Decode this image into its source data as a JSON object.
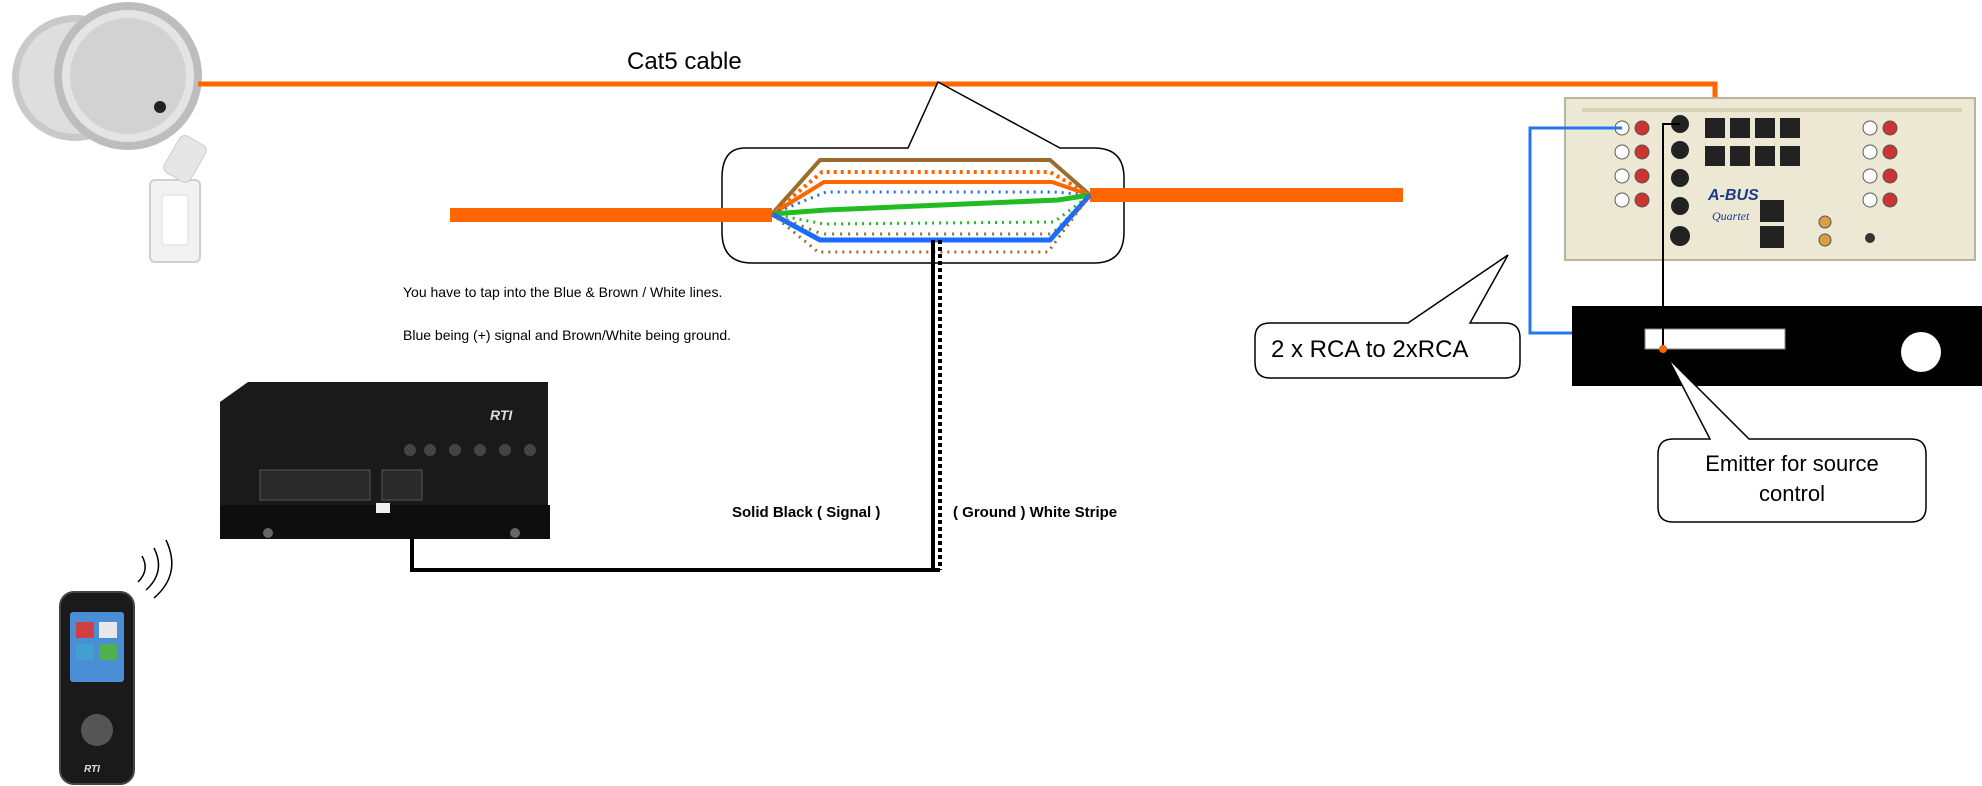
{
  "labels": {
    "cable_title": "Cat5 cable",
    "instruction_line1": "You have to tap into the Blue & Brown / White lines.",
    "instruction_line2": "Blue being (+) signal and Brown/White being ground.",
    "signal_label": "Solid Black ( Signal )",
    "ground_label": "( Ground ) White Stripe",
    "rca_callout": "2 x RCA to 2xRCA",
    "emitter_callout": "Emitter for source control"
  },
  "colors": {
    "cat5_orange": "#ff6600",
    "wire_brown": "#9c6b2e",
    "wire_green": "#22bb22",
    "wire_blue": "#1a6cff",
    "wire_black": "#000000",
    "rca_blue": "#2277ee",
    "amp_panel": "#ece8d4",
    "source_box": "#000000"
  },
  "devices": {
    "ceiling_speakers": "ceiling-speaker-icon",
    "wall_keypad": "wall-keypad-icon",
    "rti_processor": "rti-processor-icon",
    "remote": "remote-control-icon",
    "amplifier_brand": "A-BUS",
    "amplifier_model": "Quartet",
    "processor_brand": "RTI"
  }
}
